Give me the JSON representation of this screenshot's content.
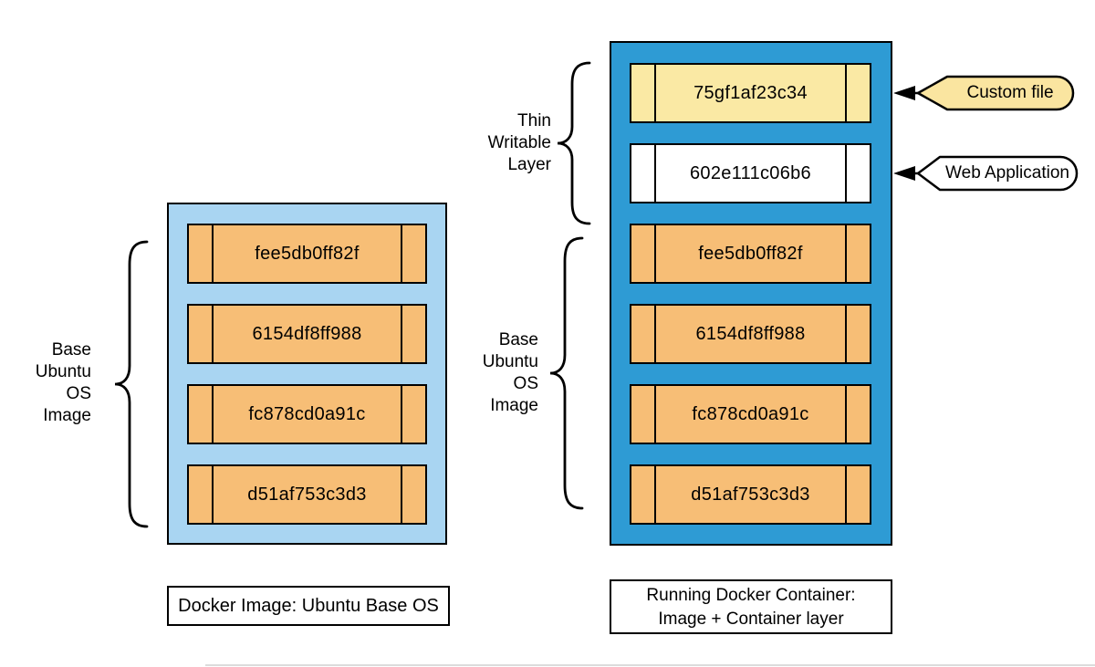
{
  "diagram": {
    "left": {
      "brace_label": {
        "lines": [
          "Base",
          "Ubuntu",
          "OS",
          "Image"
        ]
      },
      "layers": [
        "fee5db0ff82f",
        "6154df8ff988",
        "fc878cd0a91c",
        "d51af753c3d3"
      ],
      "caption": "Docker Image: Ubuntu Base OS"
    },
    "right": {
      "writable_brace_label": {
        "lines": [
          "Thin",
          "Writable",
          "Layer"
        ]
      },
      "base_brace_label": {
        "lines": [
          "Base",
          "Ubuntu",
          "OS",
          "Image"
        ]
      },
      "writable_layers": [
        "75gf1af23c34",
        "602e111c06b6"
      ],
      "base_layers": [
        "fee5db0ff82f",
        "6154df8ff988",
        "fc878cd0a91c",
        "d51af753c3d3"
      ],
      "caption_lines": [
        "Running Docker Container:",
        "Image + Container layer"
      ],
      "callouts": [
        "Custom file",
        "Web Application"
      ]
    },
    "colors": {
      "image_fill_light_blue": "#A9D5F2",
      "container_fill_blue": "#2E9BD4",
      "layer_orange": "#F7BE76",
      "layer_yellow": "#FAE9A4",
      "layer_white": "#FFFFFF",
      "callout_yellow": "#FAE5A0",
      "outline": "#000000"
    }
  }
}
